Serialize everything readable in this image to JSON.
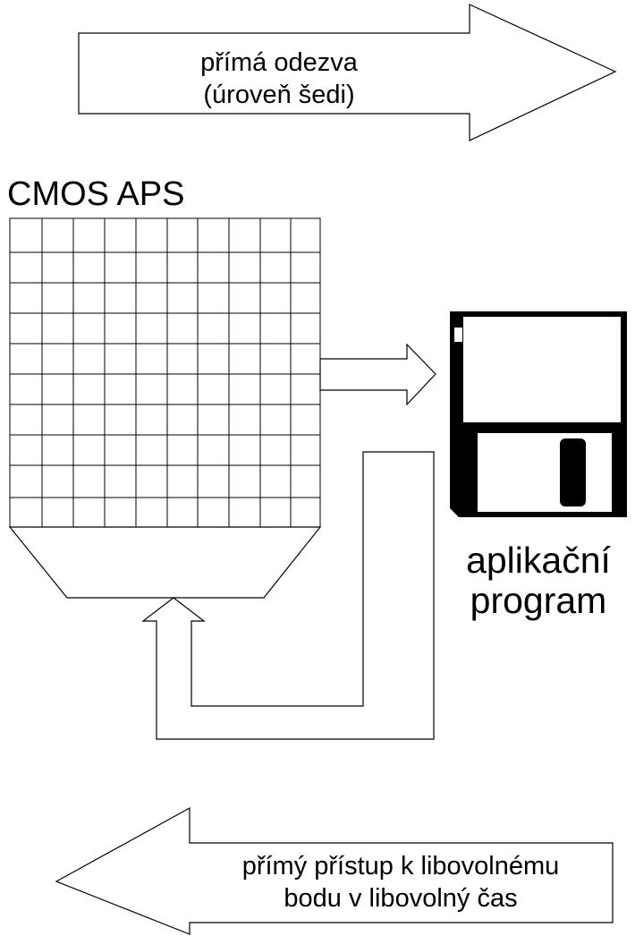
{
  "top_arrow": {
    "line1": "přímá odezva",
    "line2": "(úroveň šedi)"
  },
  "sensor": {
    "title": "CMOS APS",
    "grid_rows": 10,
    "grid_cols": 10
  },
  "program": {
    "line1": "aplikační",
    "line2": "program",
    "icon": "floppy-disk-icon"
  },
  "bottom_arrow": {
    "line1": "přímý přístup k libovolnému",
    "line2": "bodu v libovolný čas"
  },
  "colors": {
    "stroke": "#000000",
    "background": "#ffffff"
  }
}
